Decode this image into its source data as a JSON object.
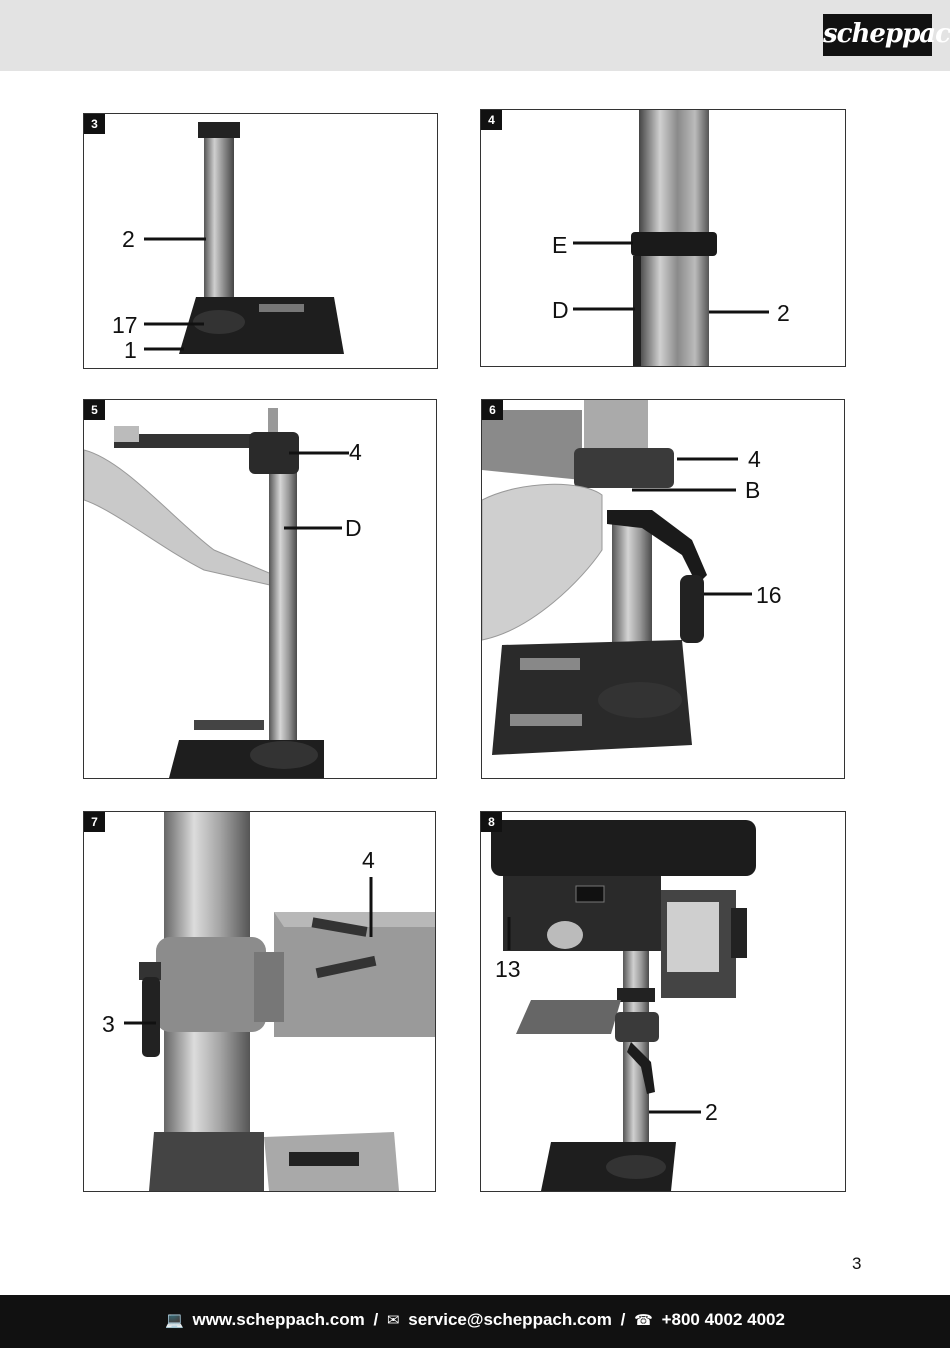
{
  "brand": {
    "logo_text": "scheppach"
  },
  "page_number": "3",
  "figures": [
    {
      "number": "3",
      "labels": [
        "2",
        "17",
        "1"
      ]
    },
    {
      "number": "4",
      "labels": [
        "E",
        "D",
        "2"
      ]
    },
    {
      "number": "5",
      "labels": [
        "4",
        "D"
      ]
    },
    {
      "number": "6",
      "labels": [
        "4",
        "B",
        "16"
      ]
    },
    {
      "number": "7",
      "labels": [
        "4",
        "3"
      ]
    },
    {
      "number": "8",
      "labels": [
        "13",
        "2"
      ]
    }
  ],
  "footer": {
    "web_icon": "computer-icon",
    "web": "www.scheppach.com",
    "sep1": "/",
    "mail_icon": "envelope-icon",
    "email": "service@scheppach.com",
    "sep2": "/",
    "phone_icon": "telephone-icon",
    "phone": "+800 4002 4002"
  }
}
